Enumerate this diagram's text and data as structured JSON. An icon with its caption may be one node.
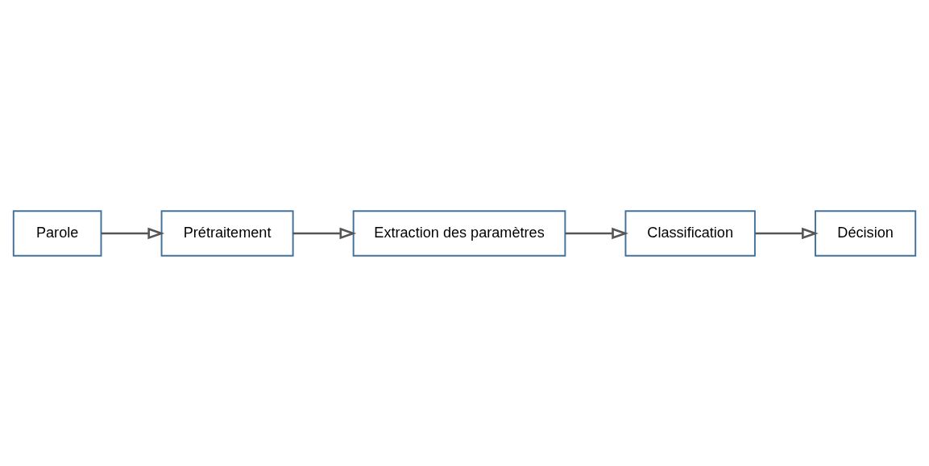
{
  "diagram": {
    "nodes": [
      {
        "text": [
          "Parole"
        ]
      },
      {
        "text": [
          "Prétraitement"
        ]
      },
      {
        "text": [
          "Extraction des paramètres"
        ]
      },
      {
        "text": [
          "Classification"
        ]
      },
      {
        "text": [
          "Décision"
        ]
      }
    ],
    "edges": [
      {
        "from": 0,
        "to": 1,
        "arrow": "to"
      },
      {
        "from": 1,
        "to": 2,
        "arrow": "to"
      },
      {
        "from": 2,
        "to": 3,
        "arrow": "to"
      },
      {
        "from": 3,
        "to": 4,
        "arrow": "to"
      }
    ]
  }
}
